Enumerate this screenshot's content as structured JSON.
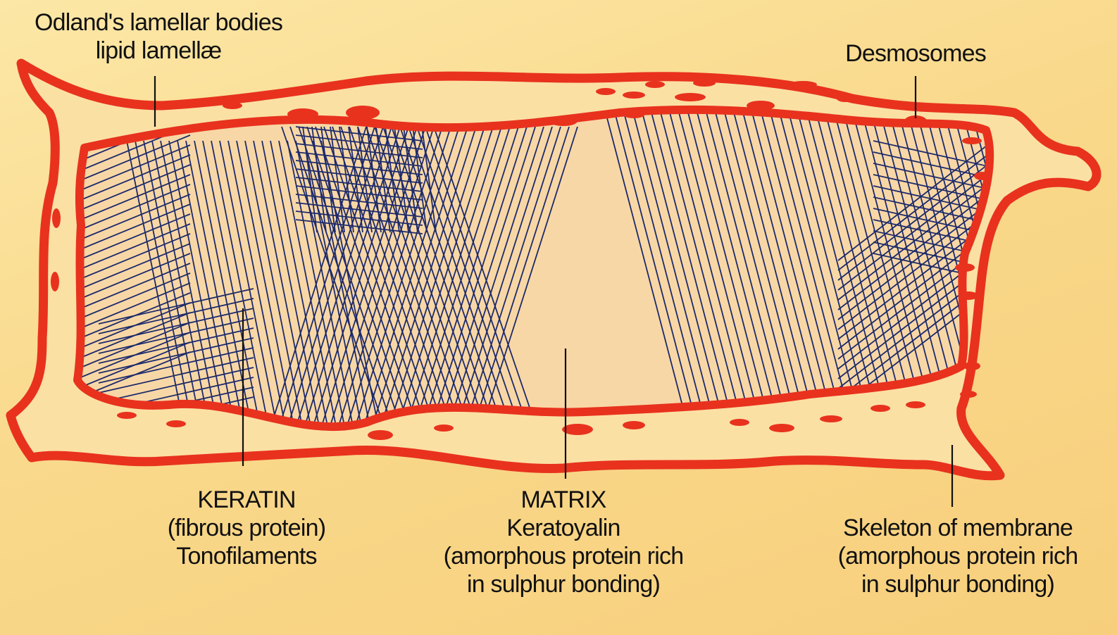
{
  "labels": {
    "odland": [
      "Odland's lamellar bodies",
      "lipid lamellæ"
    ],
    "desmosomes": [
      "Desmosomes"
    ],
    "keratin": [
      "KERATIN",
      "(fibrous protein)",
      "Tonofilaments"
    ],
    "matrix": [
      "MATRIX",
      "Keratoyalin",
      "(amorphous protein rich",
      "in sulphur bonding)"
    ],
    "skeleton": [
      "Skeleton of membrane",
      "(amorphous protein rich",
      "in sulphur bonding)"
    ]
  },
  "colors": {
    "membrane": "#e8321e",
    "membrane_fill": "#fbe0a4",
    "cell_fill": "#f8d7a6",
    "fibers": "#1c2a6b",
    "leader": "#111111"
  }
}
